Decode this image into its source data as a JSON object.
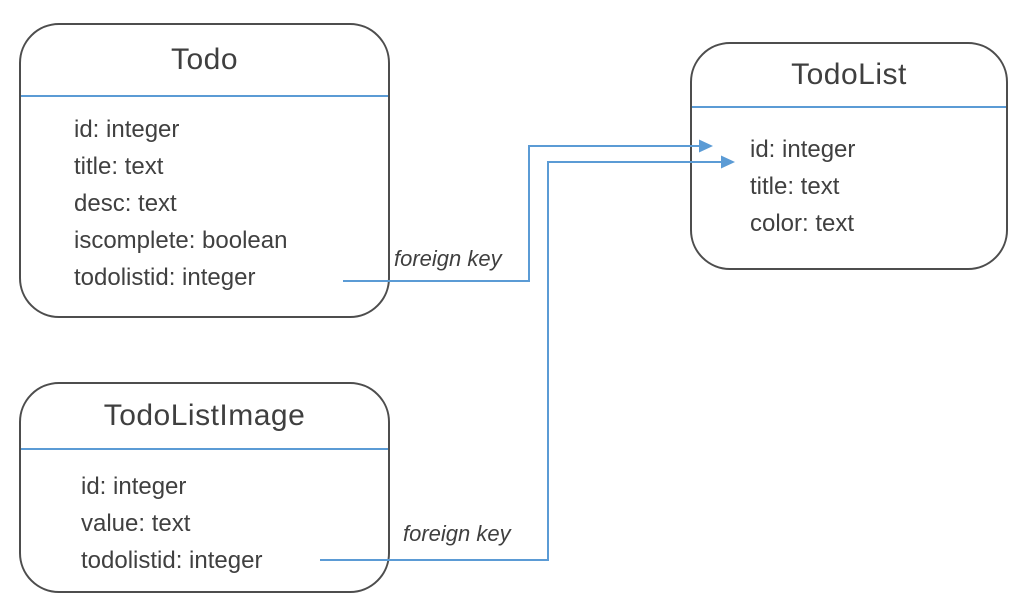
{
  "diagram": {
    "entities": [
      {
        "name": "Todo",
        "fields": [
          "id: integer",
          "title: text",
          "desc: text",
          "iscomplete: boolean",
          "todolistid: integer"
        ]
      },
      {
        "name": "TodoList",
        "fields": [
          "id: integer",
          "title: text",
          "color: text"
        ]
      },
      {
        "name": "TodoListImage",
        "fields": [
          "id: integer",
          "value: text",
          "todolistid: integer"
        ]
      }
    ],
    "connectors": [
      {
        "label": "foreign key",
        "from": "Todo.todolistid",
        "to": "TodoList.id"
      },
      {
        "label": "foreign key",
        "from": "TodoListImage.todolistid",
        "to": "TodoList.id"
      }
    ],
    "colors": {
      "accent_blue": "#5b9bd5",
      "border_gray": "#4d4d4d",
      "text_gray": "#3f3f3f",
      "background": "#ffffff"
    }
  }
}
